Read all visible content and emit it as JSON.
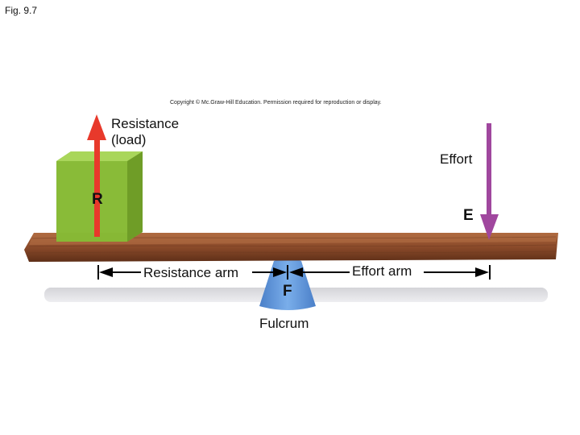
{
  "figure": {
    "label": "Fig. 9.7",
    "copyright": "Copyright © Mc.Graw-Hill Education. Permission required for reproduction or display."
  },
  "labels": {
    "resistance_line1": "Resistance",
    "resistance_line2": "(load)",
    "effort": "Effort",
    "r": "R",
    "e": "E",
    "resistance_arm": "Resistance arm",
    "effort_arm": "Effort arm",
    "f": "F",
    "fulcrum": "Fulcrum"
  },
  "colors": {
    "load_box": "#8cbf3a",
    "resistance_arrow": "#e8392b",
    "effort_arrow": "#a0479e",
    "lever": "#8a4a2a",
    "fulcrum": "#5b8fd6"
  }
}
